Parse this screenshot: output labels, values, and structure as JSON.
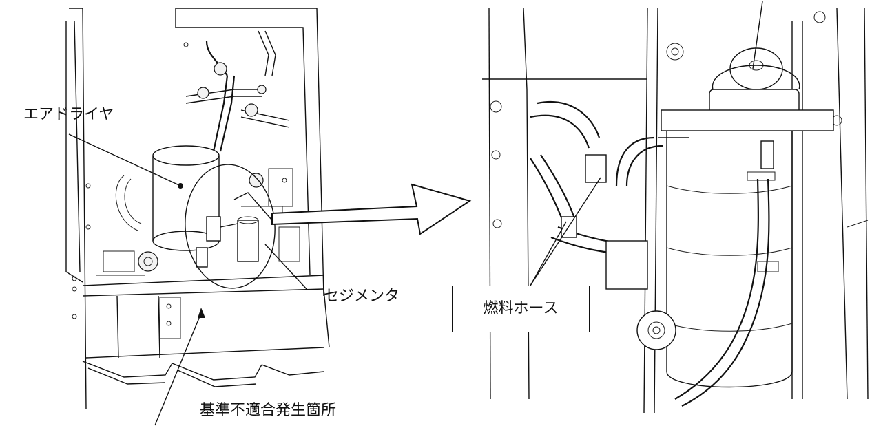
{
  "labels": {
    "air_dryer": "エアドライヤ",
    "sedimenter": "セジメンタ",
    "nonconformance_location": "基準不適合発生箇所",
    "fuel_hose": "燃料ホース"
  },
  "colors": {
    "line": "#111111",
    "background": "#ffffff"
  }
}
